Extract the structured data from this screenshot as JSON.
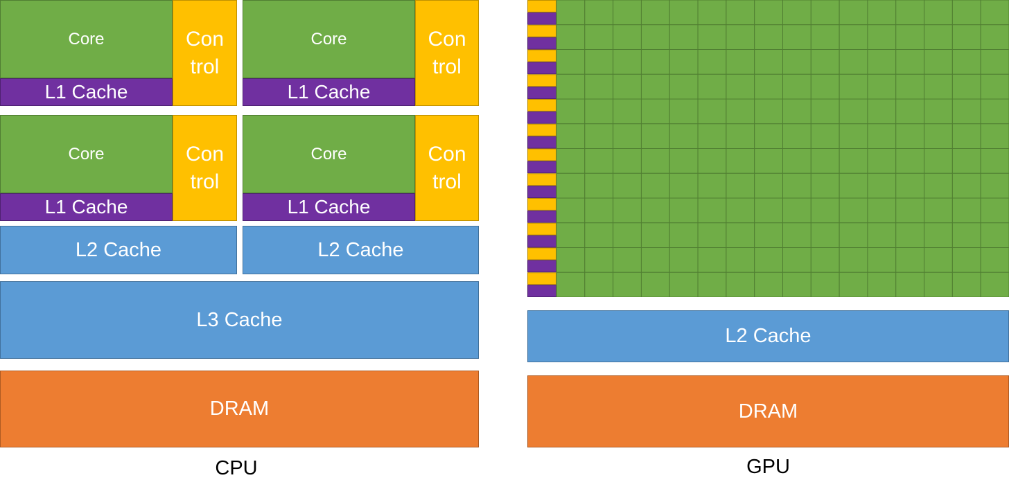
{
  "cpu": {
    "caption": "CPU",
    "core_label": "Core",
    "l1_label": "L1 Cache",
    "control_label": "Con\ntrol",
    "l2_label": "L2 Cache",
    "l3_label": "L3 Cache",
    "dram_label": "DRAM"
  },
  "gpu": {
    "caption": "GPU",
    "l2_label": "L2 Cache",
    "dram_label": "DRAM",
    "core_rows": 12,
    "core_cols": 16
  },
  "colors": {
    "core": "#70ad47",
    "l1": "#7030a0",
    "control": "#ffc000",
    "cache": "#5b9bd5",
    "dram": "#ed7d31",
    "grid_line": "#507e32"
  }
}
